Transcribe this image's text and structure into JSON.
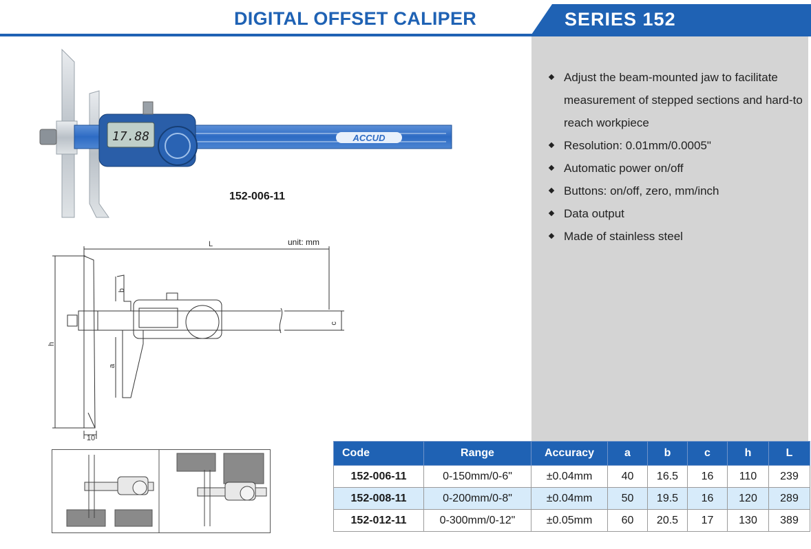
{
  "header": {
    "title": "DIGITAL OFFSET CALIPER",
    "series": "SERIES 152"
  },
  "colors": {
    "brand_blue": "#1f62b4",
    "panel_gray": "#d4d4d4",
    "row_highlight": "#d7ebfa"
  },
  "features": [
    "Adjust the beam-mounted jaw to facilitate measurement of stepped sections and hard-to reach workpiece",
    "Resolution: 0.01mm/0.0005\"",
    "Automatic power on/off",
    "Buttons: on/off, zero, mm/inch",
    "Data output",
    "Made of stainless steel"
  ],
  "photo": {
    "model_label": "152-006-11",
    "brand": "ACCUD",
    "display_reading": "17.88"
  },
  "drawing": {
    "unit_note": "unit: mm",
    "dim_L": "L",
    "dim_b": "b",
    "dim_c": "c",
    "dim_a": "a",
    "dim_h": "h",
    "dim_10": "10"
  },
  "table": {
    "headers": [
      "Code",
      "Range",
      "Accuracy",
      "a",
      "b",
      "c",
      "h",
      "L"
    ],
    "rows": [
      [
        "152-006-11",
        "0-150mm/0-6\"",
        "±0.04mm",
        "40",
        "16.5",
        "16",
        "110",
        "239"
      ],
      [
        "152-008-11",
        "0-200mm/0-8\"",
        "±0.04mm",
        "50",
        "19.5",
        "16",
        "120",
        "289"
      ],
      [
        "152-012-11",
        "0-300mm/0-12\"",
        "±0.05mm",
        "60",
        "20.5",
        "17",
        "130",
        "389"
      ]
    ]
  }
}
